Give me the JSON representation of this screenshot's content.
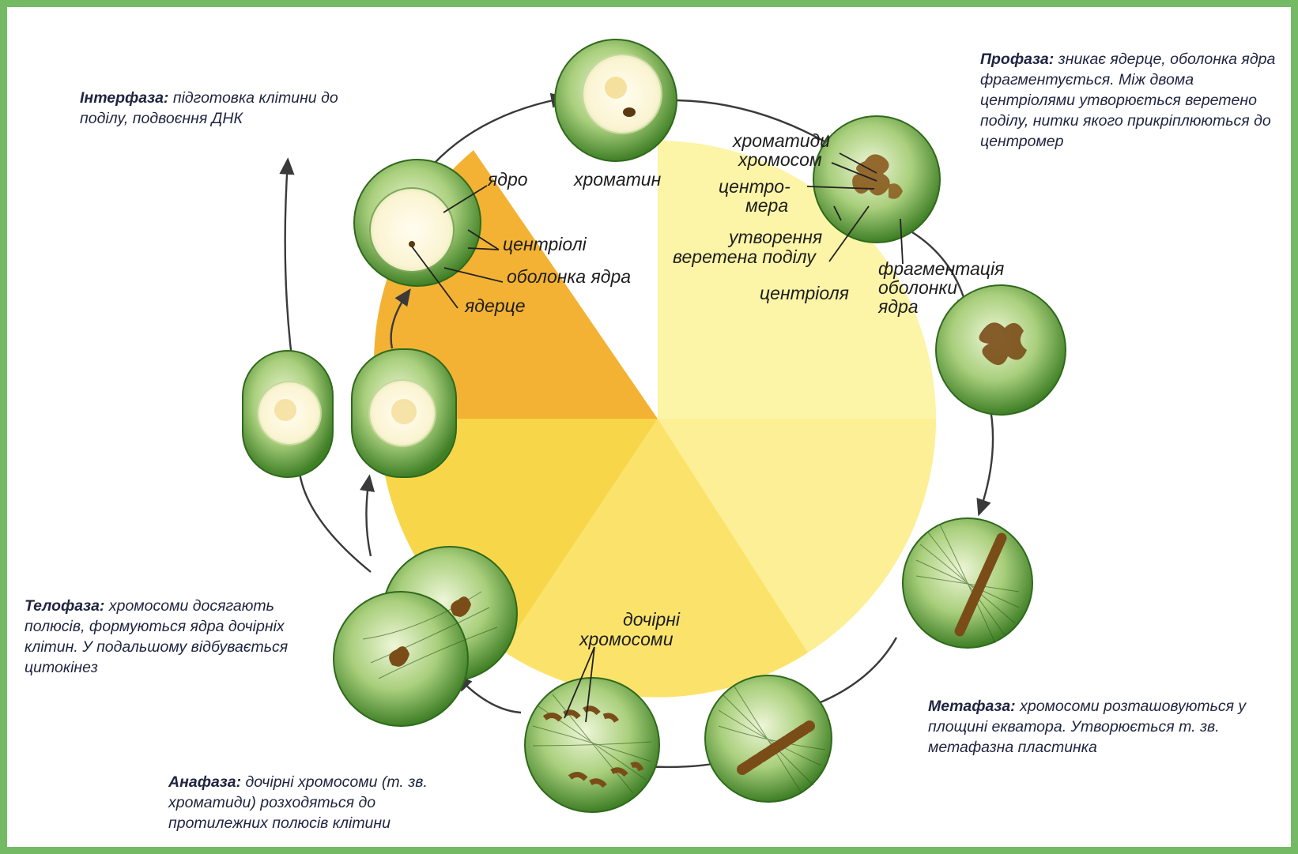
{
  "colors": {
    "frame": "#74b964",
    "sector_orange": "#f3b233",
    "sector_yellow": "#f8d64a",
    "sector_pale": "#fcf4a6",
    "cell_green": "#4f8f2e",
    "chromosome": "#8a5a1e"
  },
  "phases": [
    {
      "id": "interphase",
      "name": "Інтерфаза:",
      "text": "підготовка клітини до поділу, подвоєння ДНК"
    },
    {
      "id": "prophase",
      "name": "Профаза:",
      "text": "зникає ядерце, оболонка ядра фрагментується. Між двома центріолями утворюється веретено поділу, нитки якого прикріплюються до центромер"
    },
    {
      "id": "metaphase",
      "name": "Метафаза:",
      "text": "хромосоми розташовуються у площині екватора. Утворюється т. зв. метафазна пластинка"
    },
    {
      "id": "anaphase",
      "name": "Анафаза:",
      "text": "дочірні хромосоми (т. зв. хроматиди) розходяться до протилежних полюсів клітини"
    },
    {
      "id": "telophase",
      "name": "Телофаза:",
      "text": "хромосоми досягають полюсів, формуються ядра дочірніх клітин. У подальшому відбувається цитокінез"
    }
  ],
  "labels": {
    "nucleus": "ядро",
    "centrioles": "центріолі",
    "nuclear_envelope": "оболонка ядра",
    "nucleolus": "ядерце",
    "chromatin": "хроматин",
    "chromatids": "хроматиди",
    "of_chromosomes": "хромосом",
    "centromere_1": "центро-",
    "centromere_2": "мера",
    "spindle_1": "утворення",
    "spindle_2": "веретена поділу",
    "centriole": "центріоля",
    "frag_1": "фрагментація",
    "frag_2": "оболонки",
    "frag_3": "ядра",
    "daughter_1": "дочірні",
    "daughter_2": "хромосоми"
  }
}
